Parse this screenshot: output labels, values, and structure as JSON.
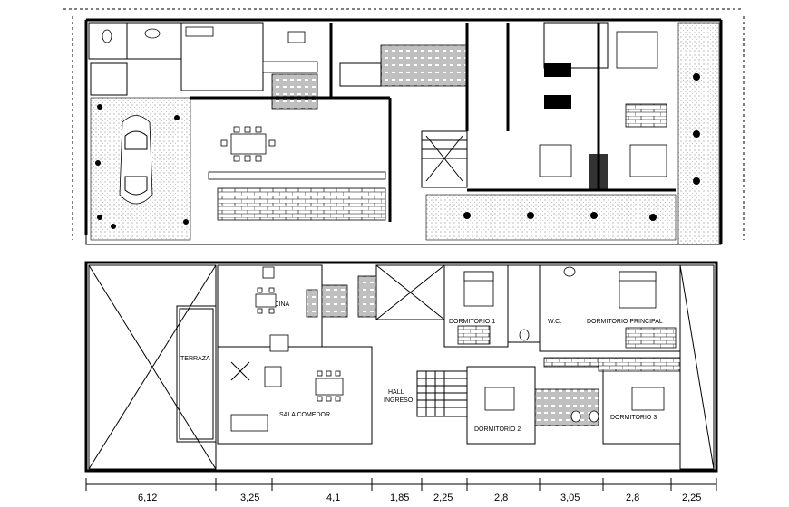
{
  "rooms": {
    "cocina": "COCINA",
    "terraza": "TERRAZA",
    "sala_comedor": "SALA COMEDOR",
    "hall_line1": "HALL",
    "hall_line2": "INGRESO",
    "dormitorio1": "DORMITORIO 1",
    "wc": "W.C.",
    "dormitorio_principal": "DORMITORIO PRINCIPAL",
    "dormitorio2": "DORMITORIO 2",
    "dormitorio3": "DORMITORIO 3"
  },
  "dimensions": [
    "6,12",
    "3,25",
    "4,1",
    "1,85",
    "2,25",
    "2,8",
    "3,05",
    "2,8",
    "2,25"
  ],
  "colors": {
    "line": "#000000",
    "background": "#ffffff",
    "hatch": "#000000"
  }
}
